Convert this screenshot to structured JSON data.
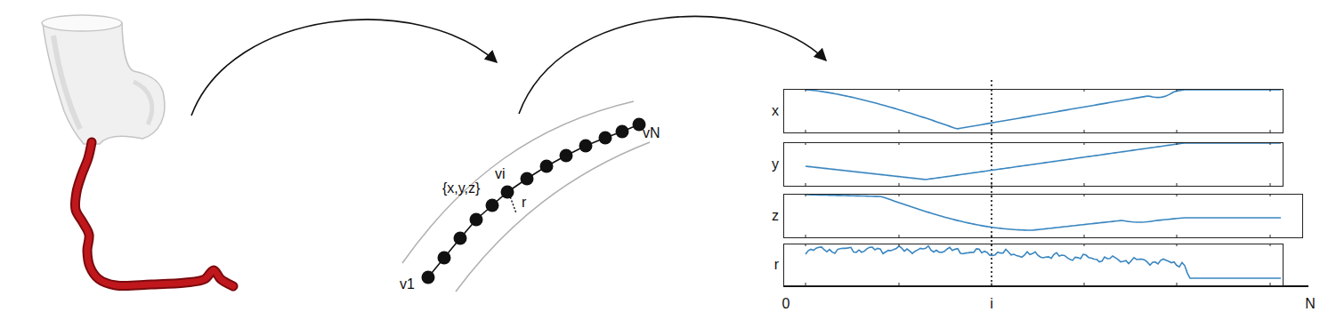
{
  "diagram": {
    "nodes": [
      {
        "text": [
          "x"
        ]
      },
      {
        "text": [
          "y"
        ]
      },
      {
        "text": [
          "z"
        ]
      },
      {
        "text": [
          "r"
        ]
      }
    ],
    "labels": [
      "v1",
      "vi",
      "vN",
      "{x,y,z}",
      "r",
      "0",
      "i",
      "N"
    ]
  }
}
